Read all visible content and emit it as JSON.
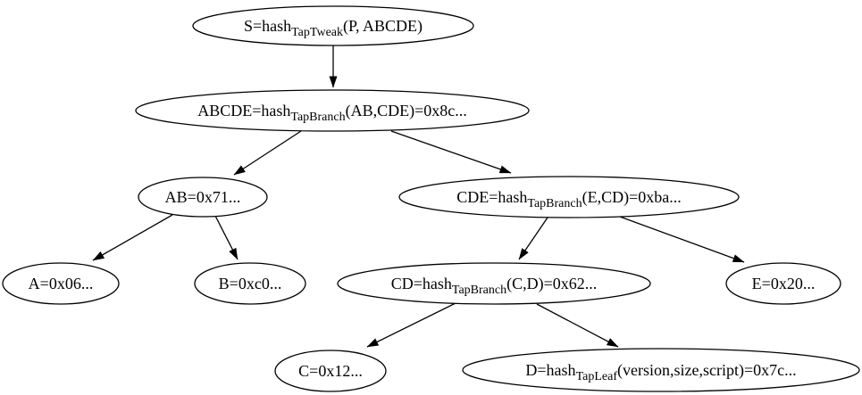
{
  "diagram": {
    "type": "tree",
    "background_color": "#ffffff",
    "stroke_color": "#000000",
    "nodes": {
      "s": {
        "pre": "S=hash",
        "sub": "TapTweak",
        "post": "(P, ABCDE)"
      },
      "abcde": {
        "pre": "ABCDE=hash",
        "sub": "TapBranch",
        "post": "(AB,CDE)=0x8c..."
      },
      "ab": {
        "label": "AB=0x71..."
      },
      "cde": {
        "pre": "CDE=hash",
        "sub": "TapBranch",
        "post": "(E,CD)=0xba..."
      },
      "a": {
        "label": "A=0x06..."
      },
      "b": {
        "label": "B=0xc0..."
      },
      "cd": {
        "pre": "CD=hash",
        "sub": "TapBranch",
        "post": "(C,D)=0x62..."
      },
      "e": {
        "label": "E=0x20..."
      },
      "c": {
        "label": "C=0x12..."
      },
      "d": {
        "pre": "D=hash",
        "sub": "TapLeaf",
        "post": "(version,size,script)=0x7c..."
      }
    },
    "edges": [
      {
        "from": "s",
        "to": "abcde"
      },
      {
        "from": "abcde",
        "to": "ab"
      },
      {
        "from": "abcde",
        "to": "cde"
      },
      {
        "from": "ab",
        "to": "a"
      },
      {
        "from": "ab",
        "to": "b"
      },
      {
        "from": "cde",
        "to": "cd"
      },
      {
        "from": "cde",
        "to": "e"
      },
      {
        "from": "cd",
        "to": "c"
      },
      {
        "from": "cd",
        "to": "d"
      }
    ]
  }
}
